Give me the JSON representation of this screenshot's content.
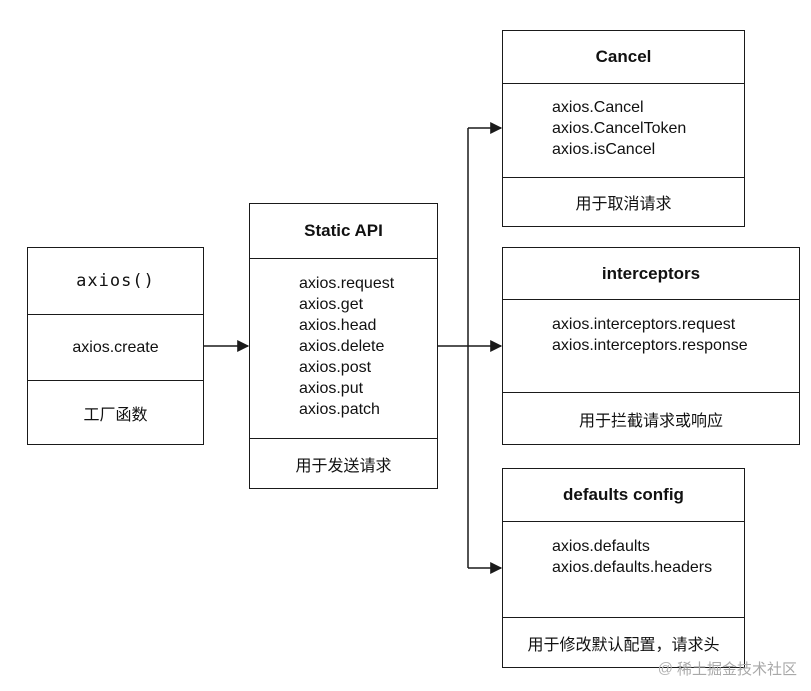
{
  "factory": {
    "title": "axios()",
    "method": "axios.create",
    "description": "工厂函数"
  },
  "static_api": {
    "title": "Static API",
    "items": [
      "axios.request",
      "axios.get",
      "axios.head",
      "axios.delete",
      "axios.post",
      "axios.put",
      "axios.patch"
    ],
    "description": "用于发送请求"
  },
  "cancel": {
    "title": "Cancel",
    "items": [
      "axios.Cancel",
      "axios.CancelToken",
      "axios.isCancel"
    ],
    "description": "用于取消请求"
  },
  "interceptors": {
    "title": "interceptors",
    "items": [
      "axios.interceptors.request",
      "axios.interceptors.response"
    ],
    "description": "用于拦截请求或响应"
  },
  "defaults": {
    "title": "defaults config",
    "items": [
      "axios.defaults",
      "axios.defaults.headers"
    ],
    "description": "用于修改默认配置，请求头"
  },
  "watermark": "稀土掘金技术社区",
  "colors": {
    "stroke": "#1a1a1a",
    "watermark": "#a9a9a9"
  }
}
